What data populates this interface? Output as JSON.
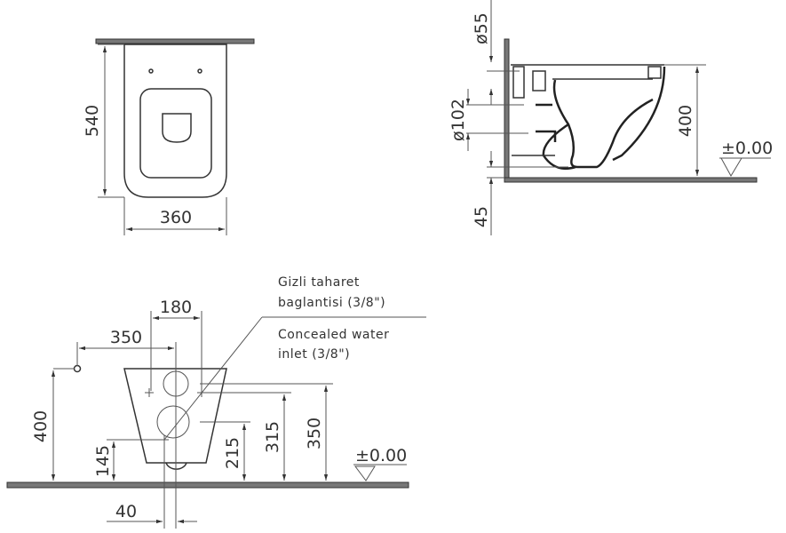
{
  "top_view": {
    "depth": "540",
    "width": "360"
  },
  "side_view": {
    "d55": "ø55",
    "d102": "ø102",
    "h400": "400",
    "offset45": "45",
    "level": "±0.00"
  },
  "back_view": {
    "h400": "400",
    "h145": "145",
    "h215": "215",
    "h315": "315",
    "h350": "350",
    "w180": "180",
    "w350": "350",
    "w40": "40",
    "level": "±0.00",
    "label_tr_1": "Gizli taharet",
    "label_tr_2": "baglantisi (3/8\")",
    "label_en_1": "Concealed water",
    "label_en_2": "inlet (3/8\")"
  }
}
